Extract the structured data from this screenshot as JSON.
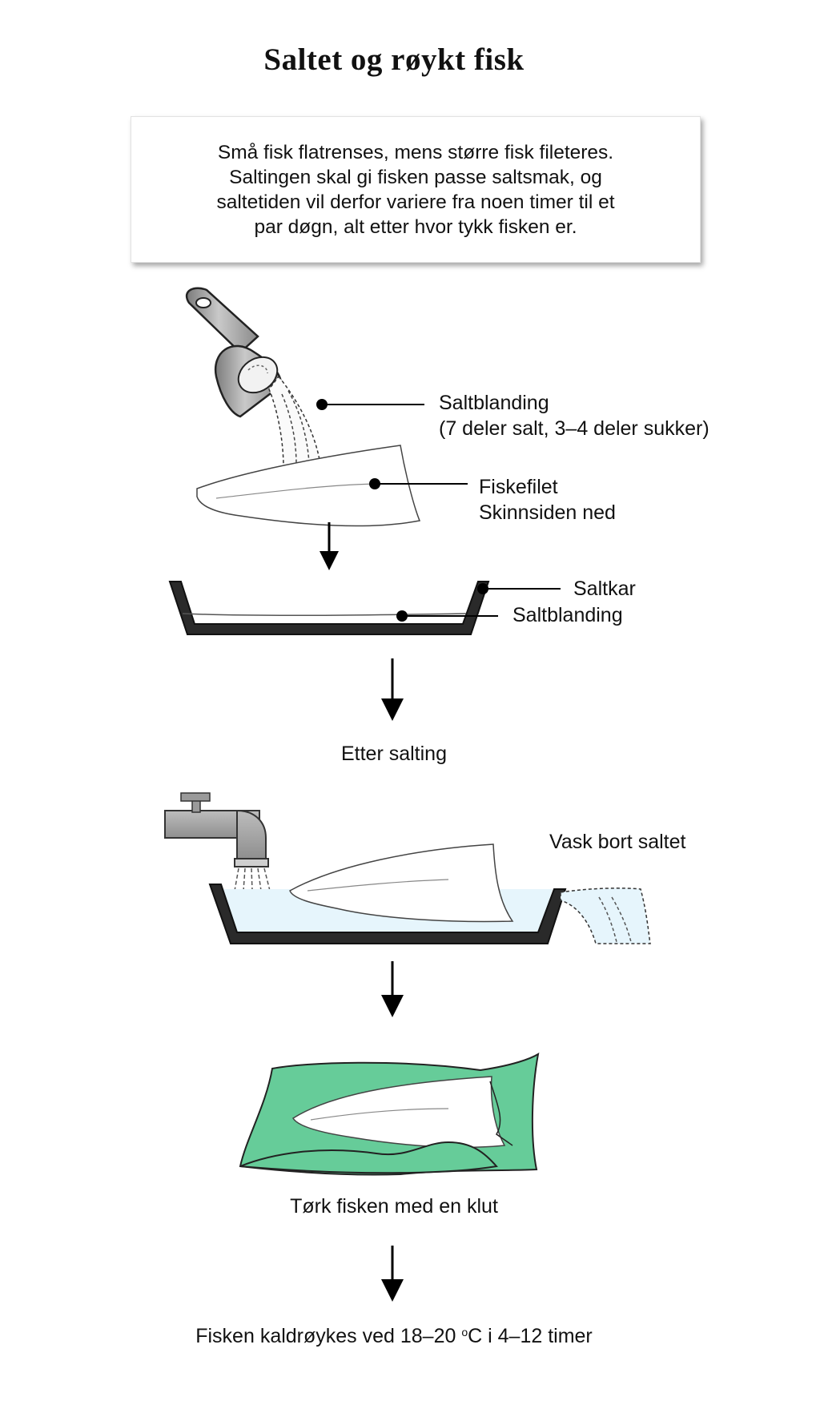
{
  "title": "Saltet og røykt fisk",
  "intro": [
    "Små fisk flatrenses, mens større fisk fileteres.",
    "Saltingen skal gi fisken passe saltsmak, og",
    "saltetiden vil derfor variere fra noen timer til et",
    "par døgn, alt etter hvor tykk fisken er."
  ],
  "labels": {
    "salt_mix": "Saltblanding",
    "salt_ratio": "(7 deler salt, 3–4 deler sukker)",
    "fish_fillet": "Fiskefilet",
    "skin_side": "Skinnsiden ned",
    "salt_tub": "Saltkar",
    "salt_mix_tub": "Saltblanding"
  },
  "steps": {
    "after_salting": "Etter salting",
    "wash": "Vask bort saltet",
    "dry": "Tørk fisken med en klut",
    "smoke_prefix": "Fisken kaldrøykes ved 18–20 ",
    "smoke_degree": "o",
    "smoke_suffix": "C i 4–12 timer"
  },
  "colors": {
    "cloth": "#66cc99",
    "water": "#e6f5fc",
    "tub": "#2a2a2a",
    "metal": "#a8a8a8"
  }
}
